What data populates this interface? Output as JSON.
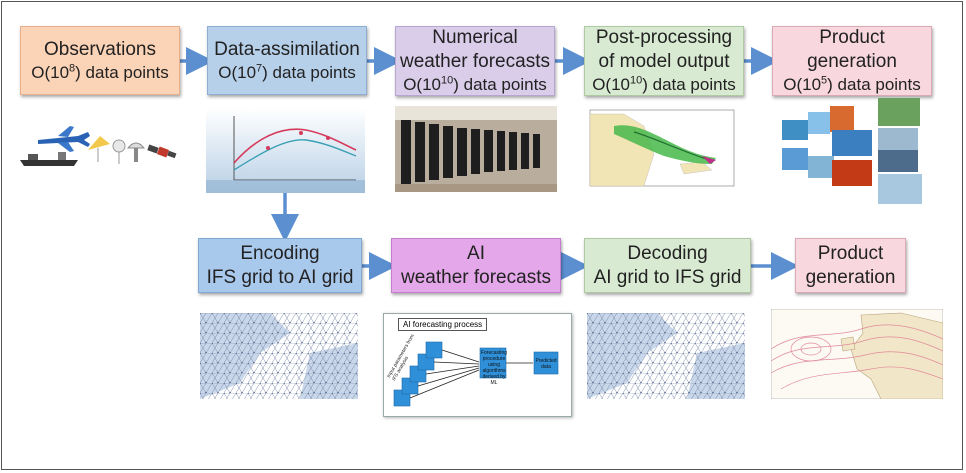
{
  "top_row": [
    {
      "title": "Observations",
      "count_prefix": "O(10",
      "exp": "8",
      "count_suffix": ") data points",
      "color": "#fbd3b7"
    },
    {
      "title": "Data-assimilation",
      "count_prefix": "O(10",
      "exp": "7",
      "count_suffix": ") data points",
      "color": "#b7d0ea"
    },
    {
      "line1": "Numerical",
      "line2": "weather forecasts",
      "count_prefix": "O(10",
      "exp": "10",
      "count_suffix": ") data points",
      "color": "#d9cdea"
    },
    {
      "line1": "Post-processing",
      "line2": "of model output",
      "count_prefix": "O(10",
      "exp": "10",
      "count_suffix": ") data points",
      "color": "#d9ead2"
    },
    {
      "line1": "Product",
      "line2": "generation",
      "count_prefix": "O(10",
      "exp": "5",
      "count_suffix": ") data points",
      "color": "#f8d7df"
    }
  ],
  "bottom_row": [
    {
      "line1": "Encoding",
      "line2": "IFS grid to AI grid",
      "color": "#a9c9ec"
    },
    {
      "line1": "AI",
      "line2": "weather forecasts",
      "color": "#e4a8ea"
    },
    {
      "line1": "Decoding",
      "line2": "AI grid to IFS grid",
      "color": "#d9ead2"
    },
    {
      "line1": "Product",
      "line2": "generation",
      "color": "#f8d7df"
    }
  ],
  "ai_panel": {
    "header": "AI forecasting process",
    "input_label": "Input parameters from IFS analysis",
    "process_label": "Forecasting procedure using algorithms derived by ML",
    "output_label": "Predicted data"
  },
  "arrow_color": "#5b8fd0"
}
